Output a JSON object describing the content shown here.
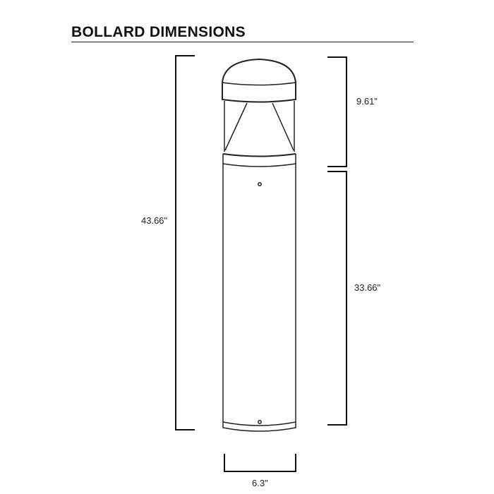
{
  "title": "BOLLARD DIMENSIONS",
  "dimensions": {
    "overall_height": "43.66\"",
    "head_height": "9.61\"",
    "base_height": "33.66\"",
    "width": "6.3\""
  }
}
